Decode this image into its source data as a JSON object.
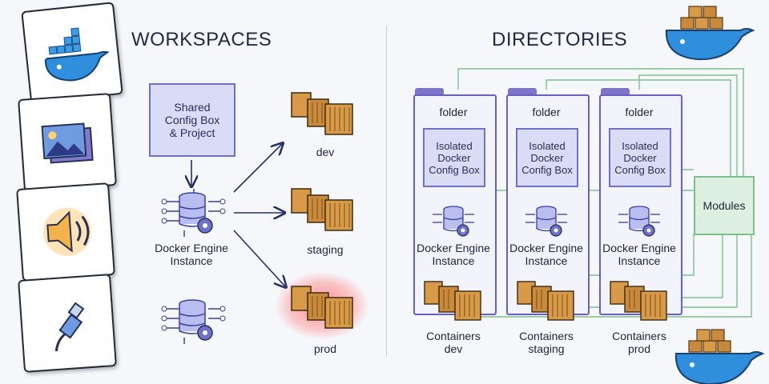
{
  "workspaces": {
    "title": "WORKSPACES",
    "shared_box": "Shared Config Box & Project",
    "engine_label": "Docker Engine Instance",
    "envs": [
      "dev",
      "staging",
      "prod"
    ]
  },
  "directories": {
    "title": "DIRECTORIES",
    "folders": [
      {
        "folder_label": "folder",
        "config_label": "Isolated Docker Config Box",
        "engine_label": "Docker Engine Instance",
        "containers_label": "Containers",
        "env": "dev"
      },
      {
        "folder_label": "folder",
        "config_label": "Isolated Docker Config Box",
        "engine_label": "Docker Engine Instance",
        "containers_label": "Containers",
        "env": "staging"
      },
      {
        "folder_label": "folder",
        "config_label": "Isolated Docker Config Box",
        "engine_label": "Docker Engine Instance",
        "containers_label": "Containers",
        "env": "prod"
      }
    ],
    "modules_label": "Modules"
  },
  "side_cards": [
    "docker-whale-icon",
    "image-gallery-icon",
    "speaker-icon",
    "usb-plug-icon"
  ],
  "colors": {
    "docker_blue": "#2f8fdc",
    "container_brown": "#c98a3c",
    "accent_purple": "#6d72c8",
    "arrow_navy": "#24306a",
    "modules_green": "#7bbf8d",
    "highlight_red": "#ff6b6b"
  }
}
